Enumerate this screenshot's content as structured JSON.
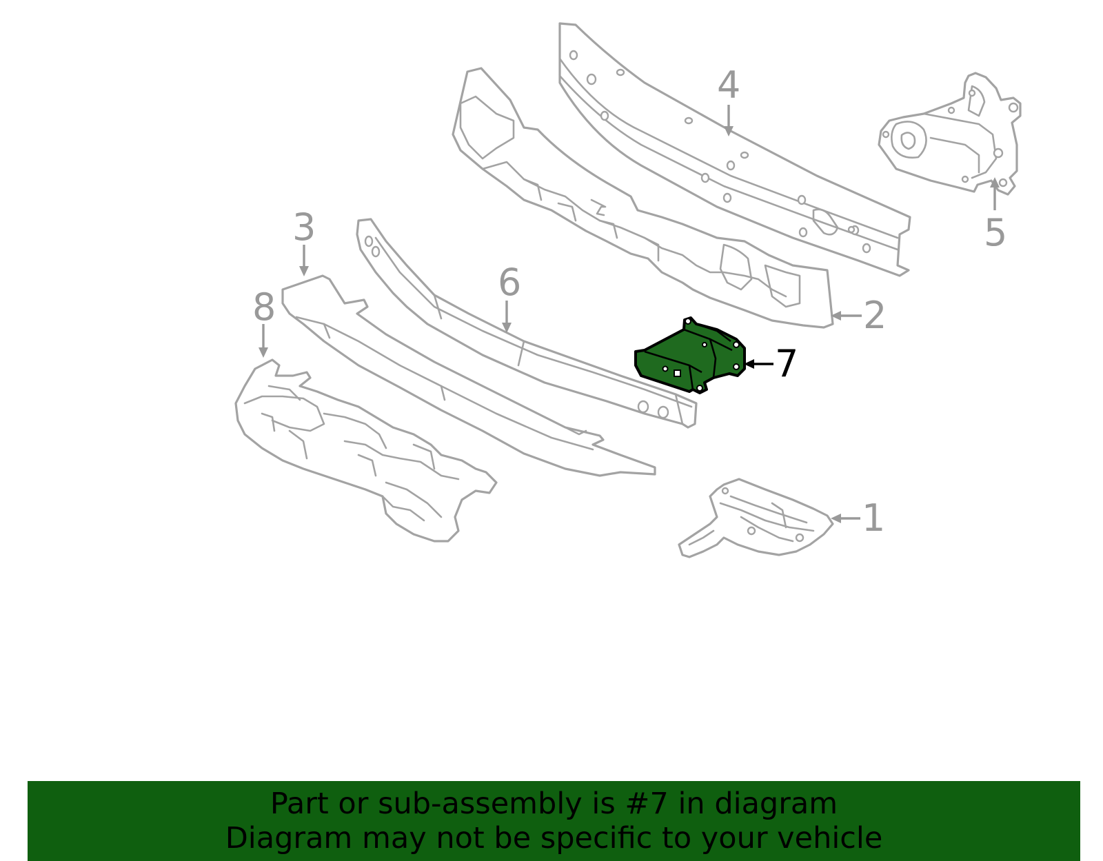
{
  "diagram": {
    "highlight_color": "#1f6a1f",
    "outline_color": "#a3a3a3",
    "highlighted_part": "7",
    "callouts": [
      {
        "id": "part-1",
        "label": "1"
      },
      {
        "id": "part-2",
        "label": "2"
      },
      {
        "id": "part-3",
        "label": "3"
      },
      {
        "id": "part-4",
        "label": "4"
      },
      {
        "id": "part-5",
        "label": "5"
      },
      {
        "id": "part-6",
        "label": "6"
      },
      {
        "id": "part-7",
        "label": "7"
      },
      {
        "id": "part-8",
        "label": "8"
      }
    ]
  },
  "banner": {
    "line1": "Part or sub-assembly is #7 in diagram",
    "line2": "Diagram may not be specific to your vehicle",
    "background": "#0f5f0f"
  }
}
